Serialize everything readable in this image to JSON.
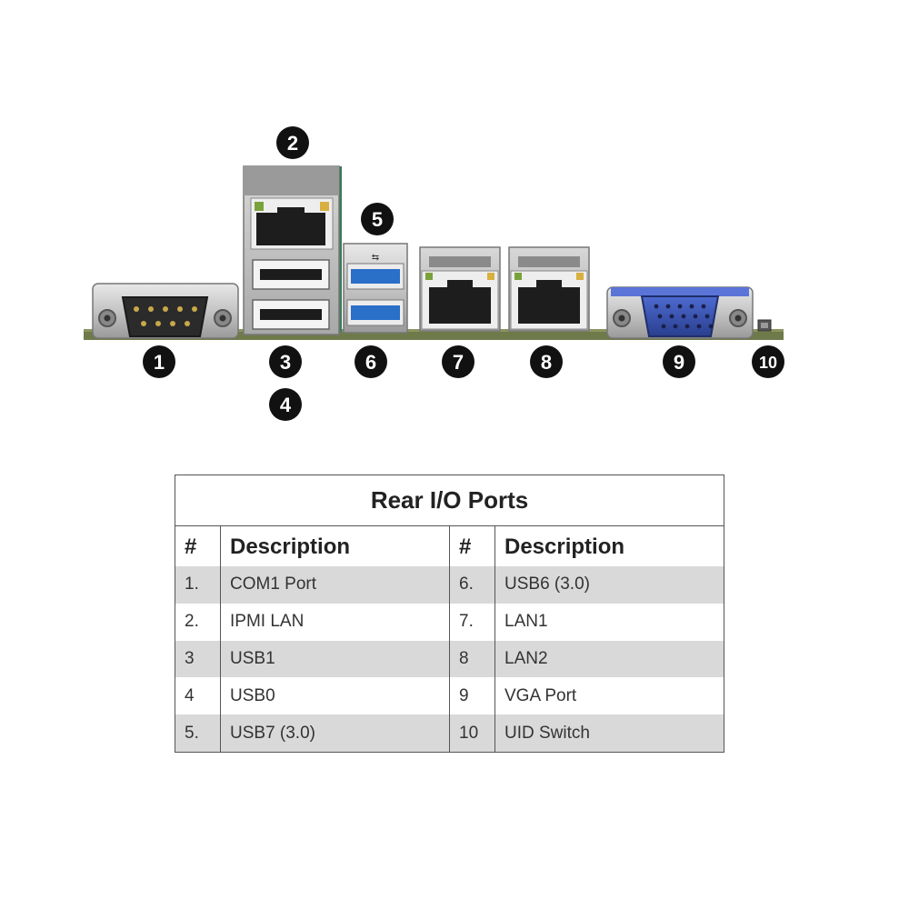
{
  "callouts": [
    {
      "id": "1"
    },
    {
      "id": "2"
    },
    {
      "id": "3"
    },
    {
      "id": "4"
    },
    {
      "id": "5"
    },
    {
      "id": "6"
    },
    {
      "id": "7"
    },
    {
      "id": "8"
    },
    {
      "id": "9"
    },
    {
      "id": "10"
    }
  ],
  "colors": {
    "board": "#6e7a4a",
    "metal": "#c9c9c9",
    "usb3_blue": "#2a6fc8",
    "vga_blue": "#3550a8",
    "badge": "#111111",
    "row_shade": "#d9d9d9"
  },
  "table": {
    "title": "Rear I/O Ports",
    "col_num_header": "#",
    "col_desc_header": "Description",
    "rows": [
      {
        "n1": "1.",
        "d1": "COM1 Port",
        "n2": "6.",
        "d2": "USB6 (3.0)"
      },
      {
        "n1": "2.",
        "d1": "IPMI LAN",
        "n2": "7.",
        "d2": "LAN1"
      },
      {
        "n1": "3",
        "d1": "USB1",
        "n2": "8",
        "d2": "LAN2"
      },
      {
        "n1": "4",
        "d1": "USB0",
        "n2": "9",
        "d2": "VGA Port"
      },
      {
        "n1": "5.",
        "d1": "USB7 (3.0)",
        "n2": "10",
        "d2": "UID Switch"
      }
    ]
  }
}
